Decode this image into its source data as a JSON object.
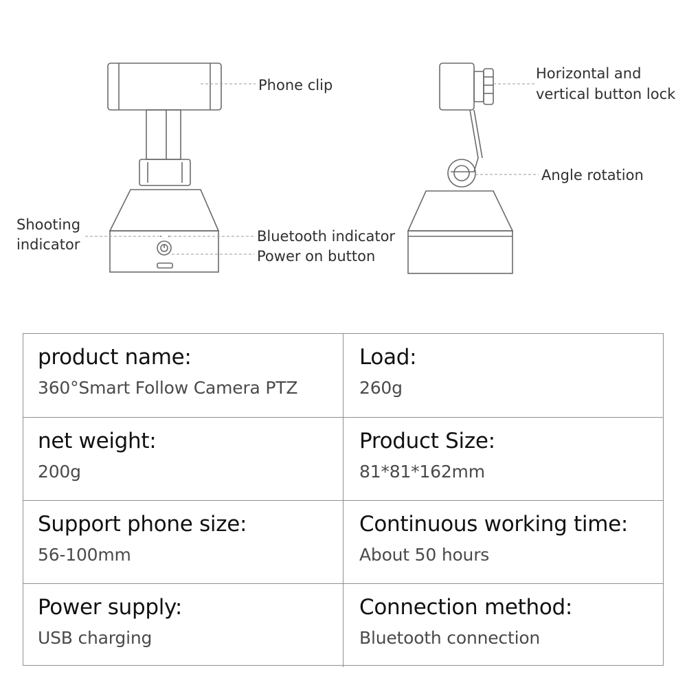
{
  "diagram": {
    "callouts": {
      "phone_clip": "Phone clip",
      "button_lock_line1": "Horizontal and",
      "button_lock_line2": "vertical button lock",
      "angle_rotation": "Angle rotation",
      "shooting_indicator_line1": "Shooting",
      "shooting_indicator_line2": "indicator",
      "bluetooth_indicator": "Bluetooth indicator",
      "power_on_button": "Power on button"
    }
  },
  "specs": {
    "rows": [
      {
        "left": {
          "label": "product name:",
          "value": "360°Smart Follow Camera PTZ"
        },
        "right": {
          "label": "Load:",
          "value": "260g"
        }
      },
      {
        "left": {
          "label": "net weight:",
          "value": "200g"
        },
        "right": {
          "label": "Product Size:",
          "value": "81*81*162mm"
        }
      },
      {
        "left": {
          "label": "Support phone size:",
          "value": "56-100mm"
        },
        "right": {
          "label": "Continuous working time:",
          "value": "About 50 hours"
        }
      },
      {
        "left": {
          "label": "Power supply:",
          "value": "USB charging"
        },
        "right": {
          "label": "Connection method:",
          "value": "Bluetooth connection"
        }
      }
    ]
  }
}
